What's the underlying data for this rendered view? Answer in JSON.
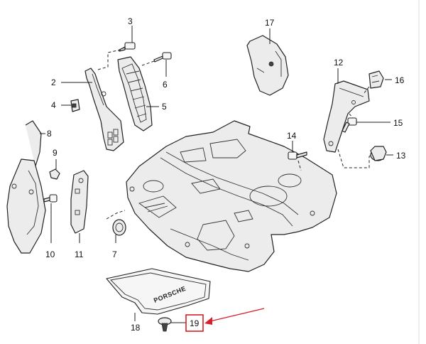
{
  "diagram": {
    "labels": {
      "p2": "2",
      "p3": "3",
      "p4": "4",
      "p5": "5",
      "p6": "6",
      "p7": "7",
      "p8": "8",
      "p9": "9",
      "p10": "10",
      "p11": "11",
      "p12": "12",
      "p13": "13",
      "p14": "14",
      "p15": "15",
      "p16": "16",
      "p17": "17",
      "p18": "18",
      "p19": "19"
    },
    "floor_mat_text": "PORSCHE",
    "highlight": {
      "part": "19",
      "color": "#d61f26"
    }
  }
}
